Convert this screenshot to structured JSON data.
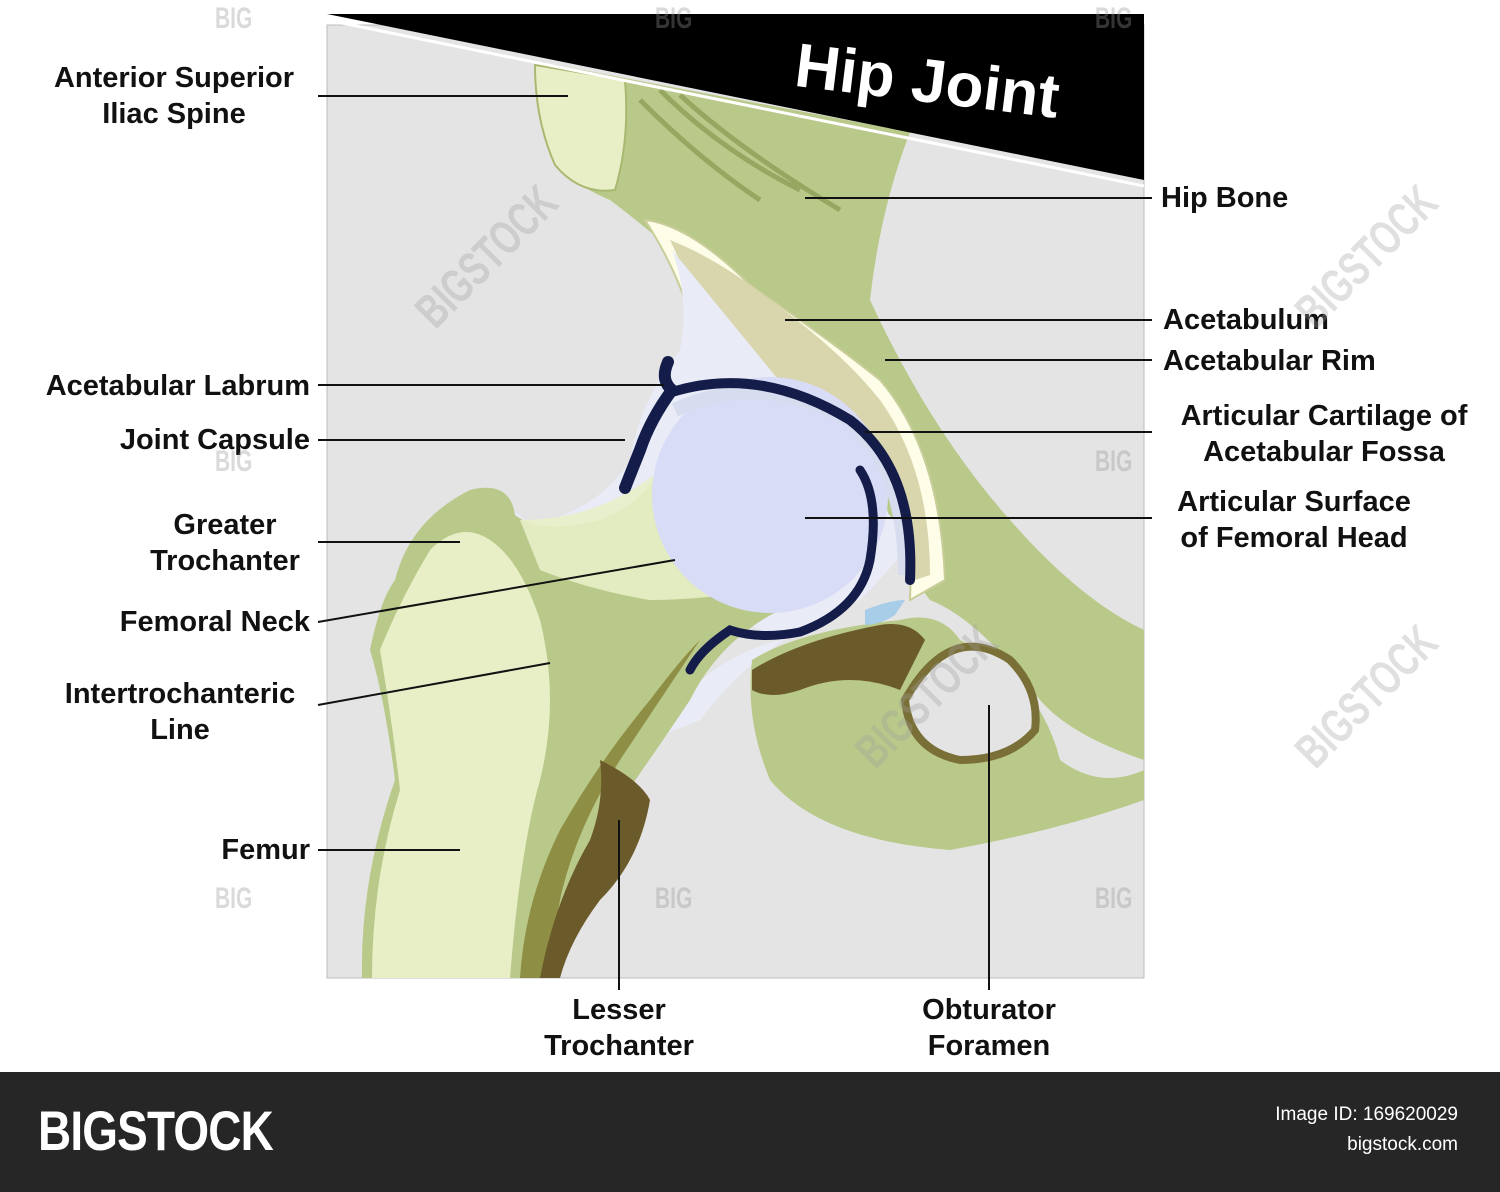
{
  "title": "Hip Joint",
  "labels": {
    "anterior_superior_iliac_spine": [
      "Anterior Superior",
      "Iliac Spine"
    ],
    "hip_bone": "Hip Bone",
    "acetabulum": "Acetabulum",
    "acetabular_rim": "Acetabular Rim",
    "acetabular_labrum": "Acetabular Labrum",
    "joint_capsule": "Joint Capsule",
    "articular_cartilage": [
      "Articular Cartilage of",
      "Acetabular Fossa"
    ],
    "articular_surface": [
      "Articular Surface",
      "of Femoral Head"
    ],
    "greater_trochanter": [
      "Greater",
      "Trochanter"
    ],
    "femoral_neck": "Femoral Neck",
    "intertrochanteric_line": [
      "Intertrochanteric",
      "Line"
    ],
    "femur": "Femur",
    "lesser_trochanter": [
      "Lesser",
      "Trochanter"
    ],
    "obturator_foramen": [
      "Obturator",
      "Foramen"
    ]
  },
  "footer": {
    "brand": "BIGSTOCK",
    "image_id": "Image ID: 169620029",
    "site": "bigstock.com"
  },
  "watermarks": {
    "small": "BIG",
    "diagonal": "BIGSTOCK"
  },
  "colors": {
    "panel_bg": "#e4e4e4",
    "bone_light": "#e8efc6",
    "bone_mid": "#b9c98a",
    "bone_dark": "#8e8f45",
    "shadow_brown": "#6b5a2a",
    "cartilage_lilac": "#dadff7",
    "labrum_navy": "#141d4a",
    "capsule_pale": "#e9ecf7",
    "title_bg": "#000000",
    "footer_bg": "#262626"
  }
}
